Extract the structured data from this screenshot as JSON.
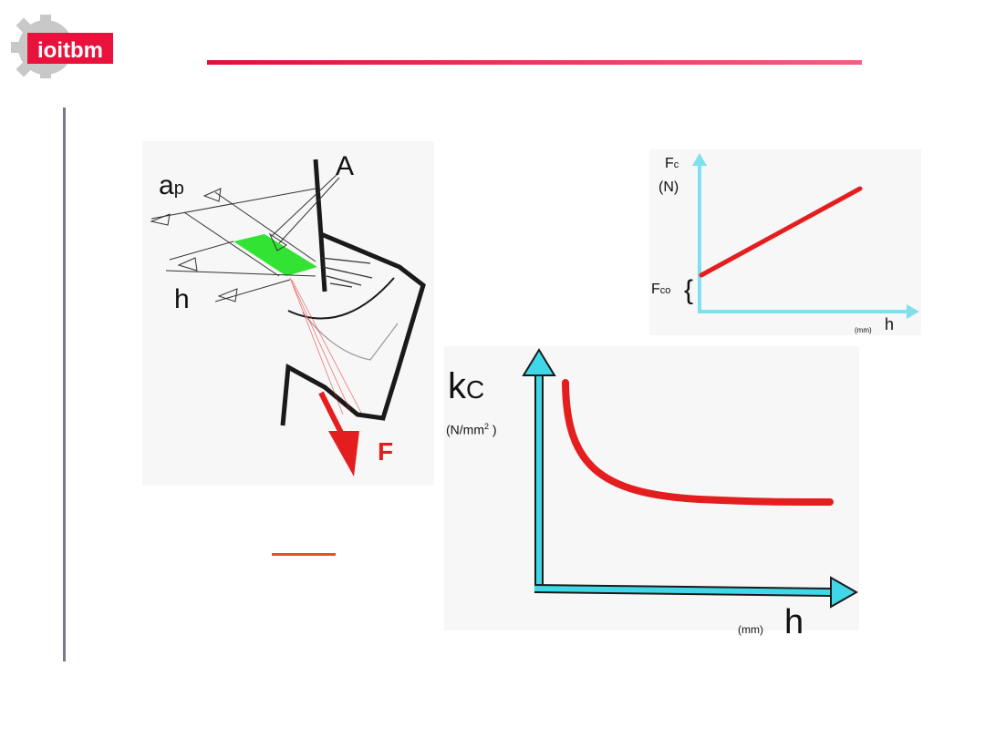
{
  "logo": {
    "text": "ioitbm",
    "bg_color": "#e8123c",
    "gear_color": "#c8c8c8"
  },
  "colors": {
    "title_rule": "#e8123c",
    "side_rule": "#7a7890",
    "axis": "#40d8e8",
    "curve": "#e41e1e",
    "chip_area": "#33e333",
    "dash": "#e8501c"
  },
  "tool_diagram": {
    "label_ap": "a",
    "label_ap_sub": "p",
    "label_A": "A",
    "label_h": "h",
    "label_F": "F"
  },
  "fc_chart": {
    "ylabel_main": "F",
    "ylabel_sub": "c",
    "ylabel_unit": "(N)",
    "intercept_main": "F",
    "intercept_sub": "co",
    "intercept_brace": "{",
    "xlabel_unit": "(mm)",
    "xlabel": "h"
  },
  "kc_chart": {
    "ylabel_main": "k",
    "ylabel_sub": "C",
    "ylabel_unit_pre": "(N/mm",
    "ylabel_unit_sup": "2",
    "ylabel_unit_post": " )",
    "xlabel_unit": "(mm)",
    "xlabel": "h"
  }
}
